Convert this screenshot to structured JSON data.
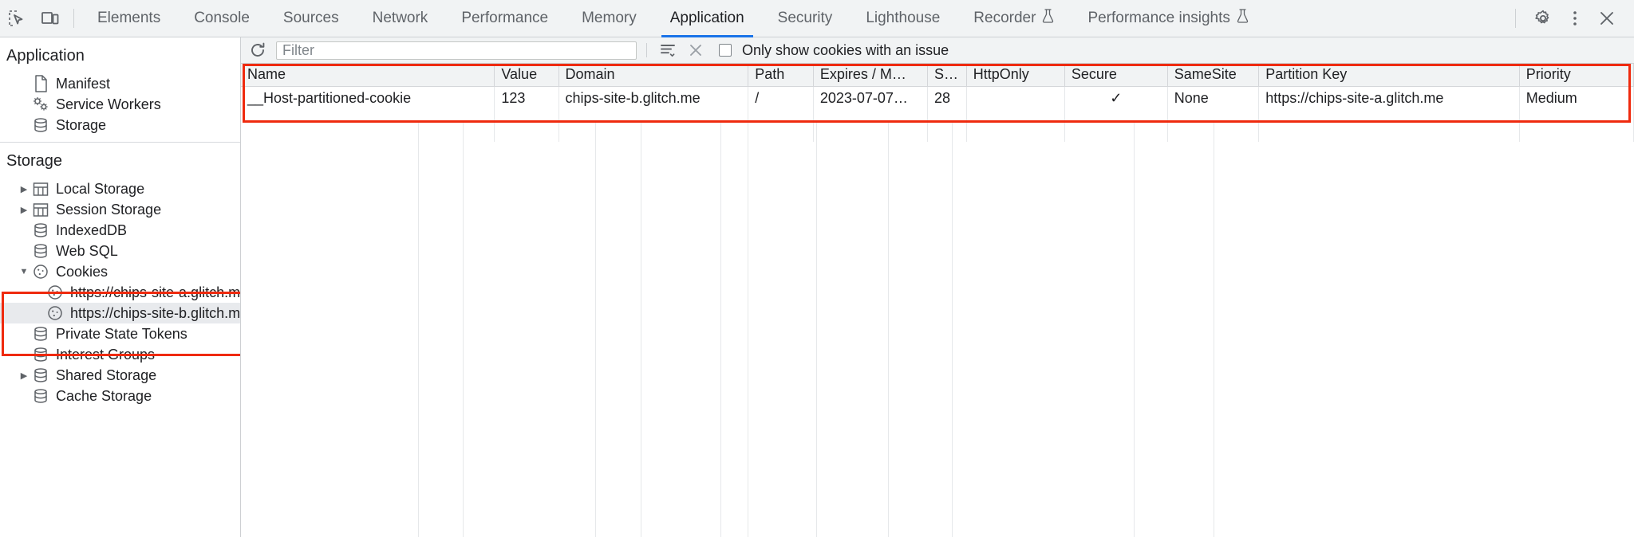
{
  "toolbar": {
    "inspect_icon": "inspect-cursor-icon",
    "device_icon": "device-toolbar-icon",
    "tabs": [
      {
        "label": "Elements",
        "active": false,
        "experimental": false
      },
      {
        "label": "Console",
        "active": false,
        "experimental": false
      },
      {
        "label": "Sources",
        "active": false,
        "experimental": false
      },
      {
        "label": "Network",
        "active": false,
        "experimental": false
      },
      {
        "label": "Performance",
        "active": false,
        "experimental": false
      },
      {
        "label": "Memory",
        "active": false,
        "experimental": false
      },
      {
        "label": "Application",
        "active": true,
        "experimental": false
      },
      {
        "label": "Security",
        "active": false,
        "experimental": false
      },
      {
        "label": "Lighthouse",
        "active": false,
        "experimental": false
      },
      {
        "label": "Recorder",
        "active": false,
        "experimental": true
      },
      {
        "label": "Performance insights",
        "active": false,
        "experimental": true
      }
    ],
    "settings_icon": "gear-icon",
    "more_icon": "kebab-menu-icon",
    "close_icon": "close-icon"
  },
  "sidebar": {
    "application_header": "Application",
    "application_items": [
      {
        "label": "Manifest",
        "icon": "manifest-file-icon",
        "twisty": false
      },
      {
        "label": "Service Workers",
        "icon": "service-workers-icon",
        "twisty": false
      },
      {
        "label": "Storage",
        "icon": "database-icon",
        "twisty": false
      }
    ],
    "storage_header": "Storage",
    "storage_items": [
      {
        "label": "Local Storage",
        "icon": "table-icon",
        "twisty": true,
        "expanded": false
      },
      {
        "label": "Session Storage",
        "icon": "table-icon",
        "twisty": true,
        "expanded": false
      },
      {
        "label": "IndexedDB",
        "icon": "database-icon",
        "twisty": false,
        "expanded": false
      },
      {
        "label": "Web SQL",
        "icon": "database-icon",
        "twisty": false,
        "expanded": false
      },
      {
        "label": "Cookies",
        "icon": "cookie-icon",
        "twisty": true,
        "expanded": true
      }
    ],
    "cookie_children": [
      {
        "label": "https://chips-site-a.glitch.me",
        "icon": "cookie-icon",
        "selected": false
      },
      {
        "label": "https://chips-site-b.glitch.me",
        "icon": "cookie-icon",
        "selected": true
      }
    ],
    "storage_items_after": [
      {
        "label": "Private State Tokens",
        "icon": "database-icon",
        "twisty": false,
        "expanded": false
      },
      {
        "label": "Interest Groups",
        "icon": "database-icon",
        "twisty": false,
        "expanded": false
      },
      {
        "label": "Shared Storage",
        "icon": "database-icon",
        "twisty": true,
        "expanded": false
      },
      {
        "label": "Cache Storage",
        "icon": "database-icon",
        "twisty": false,
        "expanded": false
      }
    ]
  },
  "filter_bar": {
    "refresh_icon": "refresh-icon",
    "filter_placeholder": "Filter",
    "filter_value": "",
    "filter_list_icon": "filter-list-icon",
    "clear_icon": "clear-x-icon",
    "issue_checkbox_checked": false,
    "issue_checkbox_label": "Only show cookies with an issue"
  },
  "table": {
    "columns": [
      "Name",
      "Value",
      "Domain",
      "Path",
      "Expires / M…",
      "Size",
      "HttpOnly",
      "Secure",
      "SameSite",
      "Partition Key",
      "Priority"
    ],
    "rows": [
      {
        "name": "__Host-partitioned-cookie",
        "value": "123",
        "domain": "chips-site-b.glitch.me",
        "path": "/",
        "expires": "2023-07-07…",
        "size": "28",
        "httponly": "",
        "secure": "✓",
        "samesite": "None",
        "partition_key": "https://chips-site-a.glitch.me",
        "priority": "Medium"
      }
    ]
  },
  "annotations": {
    "highlight_color": "#ef2a0e",
    "regions": [
      "cookies-tree-highlight",
      "cookies-table-highlight"
    ]
  }
}
